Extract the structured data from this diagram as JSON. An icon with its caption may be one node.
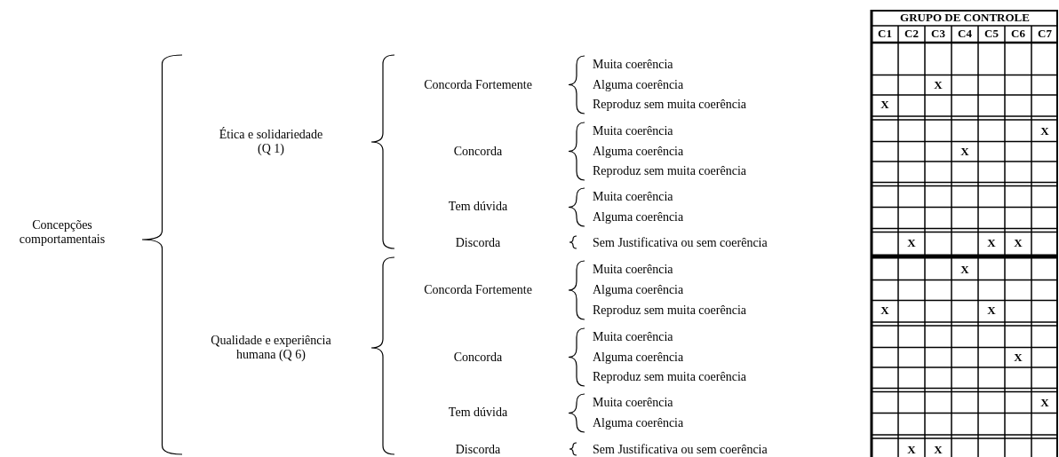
{
  "diagram": {
    "labels": [
      "Concepções comportamentais",
      "Ética e solidariedade (Q 1)",
      "Qualidade e experiência humana (Q 6)",
      "Concorda Fortemente",
      "Concorda",
      "Tem dúvida",
      "Discorda",
      "Concorda Fortemente",
      "Concorda",
      "Tem dúvida",
      "Discorda",
      "Muita coerência",
      "Alguma coerência",
      "Reproduz sem muita coerência",
      "Muita coerência",
      "Alguma coerência",
      "Reproduz sem muita coerência",
      "Muita coerência",
      "Alguma coerência",
      "Sem Justificativa ou sem coerência",
      "Muita coerência",
      "Alguma coerência",
      "Reproduz sem muita coerência",
      "Muita coerência",
      "Alguma coerência",
      "Reproduz sem muita coerência",
      "Muita coerência",
      "Alguma coerência",
      "Sem Justificativa ou sem coerência",
      "GRUPO DE CONTROLE",
      "C1",
      "C2",
      "C3",
      "C4",
      "C5",
      "C6",
      "C7",
      "X",
      "X",
      "X",
      "X",
      "X",
      "X",
      "X",
      "X",
      "X",
      "X",
      "X",
      "X",
      "X",
      "X"
    ]
  }
}
